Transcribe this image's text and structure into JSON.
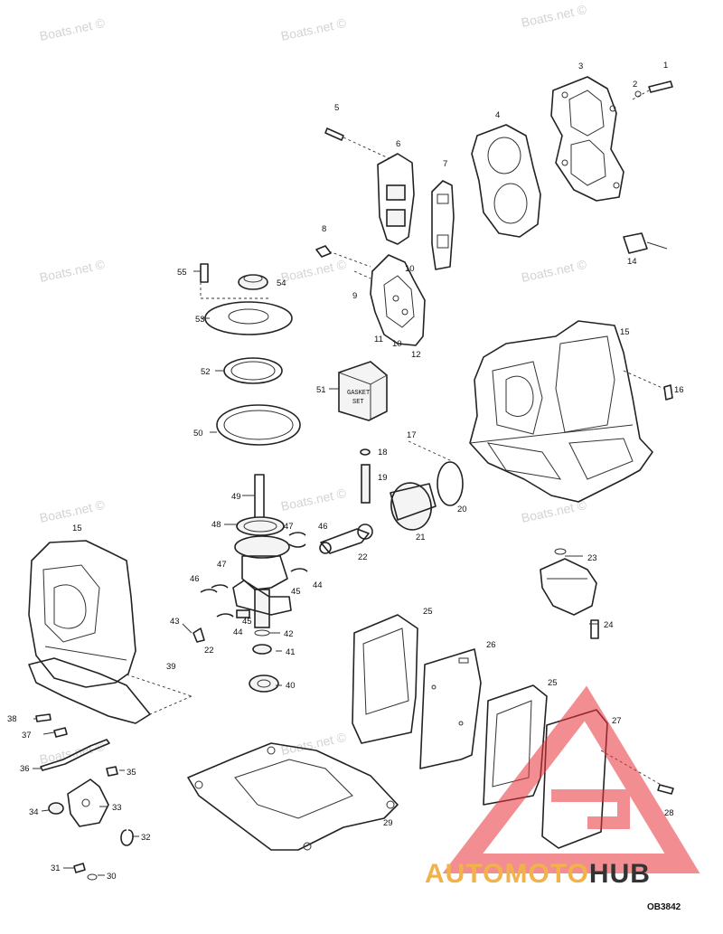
{
  "watermark": "Boats.net ©",
  "diagram_code": "OB3842",
  "logo": {
    "part1": "AUTO",
    "part2": "MOTO",
    "part3": "HUB",
    "triangle_color": "#e8323a",
    "accent_color": "#f2b24a"
  },
  "box_text": {
    "line1": "GASKET",
    "line2": "SET"
  },
  "callouts": {
    "c1": "1",
    "c2": "2",
    "c3": "3",
    "c4": "4",
    "c5": "5",
    "c6": "6",
    "c7": "7",
    "c8": "8",
    "c9": "9",
    "c10a": "10",
    "c10b": "10",
    "c11": "11",
    "c12": "12",
    "c14": "14",
    "c15a": "15",
    "c15b": "15",
    "c16": "16",
    "c17": "17",
    "c18": "18",
    "c19": "19",
    "c20": "20",
    "c21": "21",
    "c22a": "22",
    "c22b": "22",
    "c23": "23",
    "c24": "24",
    "c25a": "25",
    "c25b": "25",
    "c26": "26",
    "c27": "27",
    "c28": "28",
    "c29": "29",
    "c30": "30",
    "c31": "31",
    "c32": "32",
    "c33": "33",
    "c34": "34",
    "c35": "35",
    "c36": "36",
    "c37": "37",
    "c38": "38",
    "c39": "39",
    "c40": "40",
    "c41": "41",
    "c42": "42",
    "c43": "43",
    "c44a": "44",
    "c44b": "44",
    "c45a": "45",
    "c45b": "45",
    "c46a": "46",
    "c46b": "46",
    "c47a": "47",
    "c47b": "47",
    "c48": "48",
    "c49": "49",
    "c50": "50",
    "c51": "51",
    "c52": "52",
    "c53": "53",
    "c54": "54",
    "c55": "55"
  }
}
